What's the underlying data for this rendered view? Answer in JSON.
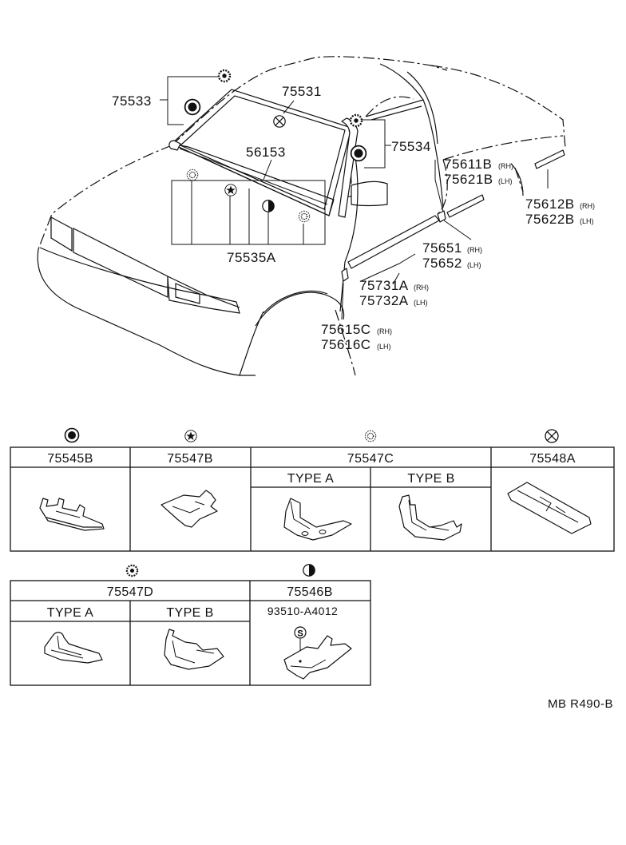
{
  "diagram": {
    "part_labels": {
      "p75533": "75533",
      "p75531": "75531",
      "p56153": "56153",
      "p75534": "75534",
      "p75535A": "75535A",
      "p75611B": "75611B",
      "p75611B_side": "(RH)",
      "p75621B": "75621B",
      "p75621B_side": "(LH)",
      "p75612B": "75612B",
      "p75612B_side": "(RH)",
      "p75622B": "75622B",
      "p75622B_side": "(LH)",
      "p75651": "75651",
      "p75651_side": "(RH)",
      "p75652": "75652",
      "p75652_side": "(LH)",
      "p75731A": "75731A",
      "p75731A_side": "(RH)",
      "p75732A": "75732A",
      "p75732A_side": "(LH)",
      "p75615C": "75615C",
      "p75615C_side": "(RH)",
      "p75616C": "75616C",
      "p75616C_side": "(LH)"
    },
    "symbols": {
      "double_circle": "double-circle-icon",
      "star": "star-icon",
      "dotted_circle": "dotted-circle-icon",
      "crossed_circle": "crossed-circle-icon",
      "gear": "gear-circle-icon",
      "half_circle": "half-filled-circle-icon"
    }
  },
  "table1": {
    "col1": "75545B",
    "col2": "75547B",
    "col3": "75547C",
    "col3_type_a": "TYPE A",
    "col3_type_b": "TYPE B",
    "col4": "75548A"
  },
  "table2": {
    "col1": "75547D",
    "col1_type_a": "TYPE A",
    "col1_type_b": "TYPE B",
    "col2": "75546B",
    "col2_sub": "93510-A4012",
    "col2_s_mark": "S"
  },
  "footer": {
    "code": "MB R490-B"
  }
}
